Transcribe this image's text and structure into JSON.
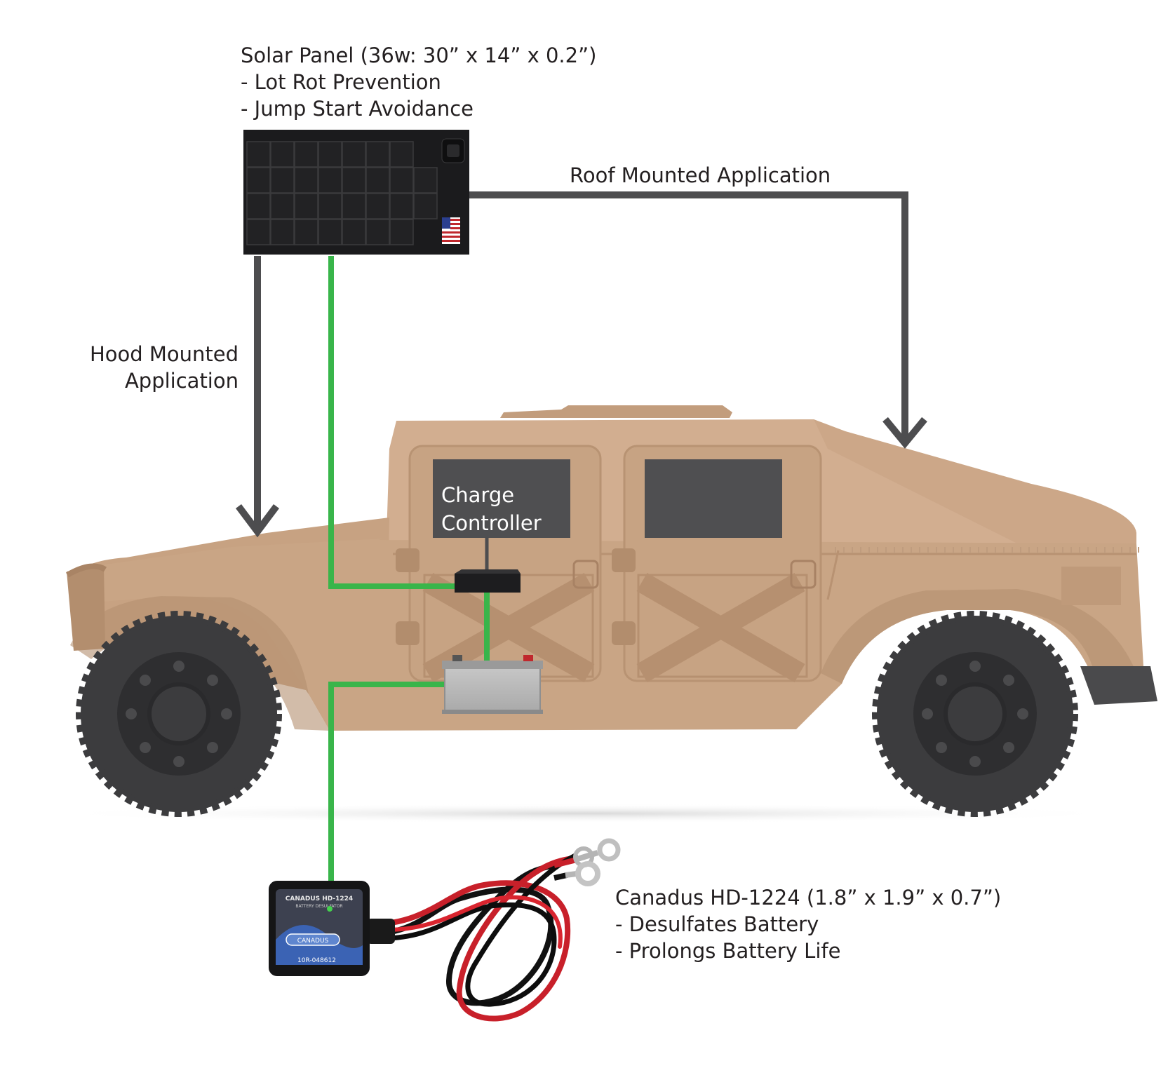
{
  "solar_panel": {
    "title": "Solar Panel (36w: 30” x 14” x 0.2”)",
    "features": [
      "- Lot Rot Prevention",
      "- Jump Start Avoidance"
    ]
  },
  "roof_label": "Roof Mounted Application",
  "hood_label": [
    "Hood Mounted",
    "Application"
  ],
  "charge_controller_label": [
    "Charge",
    "Controller"
  ],
  "desulfator": {
    "title": "Canadus HD-1224  (1.8” x 1.9” x 0.7”)",
    "features": [
      "- Desulfates Battery",
      "- Prolongs Battery Life"
    ],
    "device_brand": "CANADUS HD-1224",
    "device_subtitle": "BATTERY DESULFATOR",
    "device_logo": "CANADUS",
    "device_code": "10R-048612"
  },
  "colors": {
    "wire_green": "#39b54a",
    "arrow_gray": "#4d4d4f",
    "vehicle_tan": "#c9a585",
    "window_gray": "#4f4f51",
    "tire": "#3c3c3e",
    "panel_black": "#1b1b1d"
  },
  "icons": [
    "solar-panel-icon",
    "humvee-icon",
    "charge-controller-icon",
    "battery-icon",
    "desulfator-device-icon",
    "flag-icon"
  ]
}
